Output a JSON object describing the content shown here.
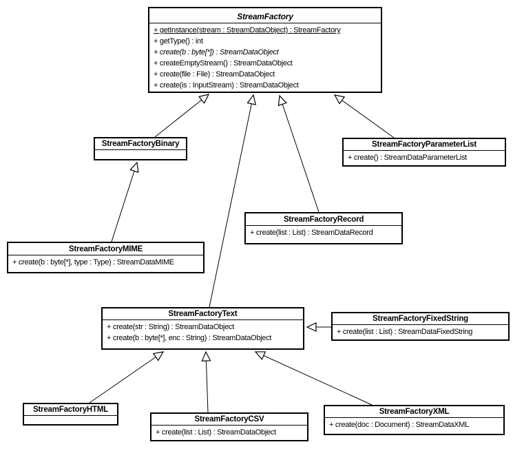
{
  "diagram": {
    "kind": "UML class diagram",
    "colors": {
      "line": "#000000",
      "fill": "#ffffff",
      "text": "#000000"
    }
  },
  "classes": [
    {
      "name": "StreamFactory",
      "abstract": true,
      "methods": [
        {
          "signature": "+ getInstance(stream : StreamDataObject) : StreamFactory",
          "modifier": "static"
        },
        {
          "signature": "+ getType() : int",
          "modifier": "none"
        },
        {
          "signature": "+ create(b : byte[*]) : StreamDataObject",
          "modifier": "abstract"
        },
        {
          "signature": "+ createEmptyStream() : StreamDataObject",
          "modifier": "none"
        },
        {
          "signature": "+ create(file : File) : StreamDataObject",
          "modifier": "none"
        },
        {
          "signature": "+ create(is : InputStream) : StreamDataObject",
          "modifier": "none"
        }
      ]
    },
    {
      "name": "StreamFactoryBinary",
      "abstract": false,
      "methods": []
    },
    {
      "name": "StreamFactoryParameterList",
      "abstract": false,
      "methods": [
        {
          "signature": "+ create() : StreamDataParameterList",
          "modifier": "none"
        }
      ]
    },
    {
      "name": "StreamFactoryRecord",
      "abstract": false,
      "methods": [
        {
          "signature": "+ create(list : List) : StreamDataRecord",
          "modifier": "none"
        }
      ]
    },
    {
      "name": "StreamFactoryMIME",
      "abstract": false,
      "methods": [
        {
          "signature": "+ create(b : byte[*], type : Type) : StreamDataMIME",
          "modifier": "none"
        }
      ]
    },
    {
      "name": "StreamFactoryText",
      "abstract": false,
      "methods": [
        {
          "signature": "+ create(str : String) : StreamDataObject",
          "modifier": "none"
        },
        {
          "signature": "+ create(b : byte[*], enc : String) : StreamDataObject",
          "modifier": "none"
        }
      ]
    },
    {
      "name": "StreamFactoryFixedString",
      "abstract": false,
      "methods": [
        {
          "signature": "+ create(list : List) : StreamDataFixedString",
          "modifier": "none"
        }
      ]
    },
    {
      "name": "StreamFactoryHTML",
      "abstract": false,
      "methods": []
    },
    {
      "name": "StreamFactoryCSV",
      "abstract": false,
      "methods": [
        {
          "signature": "+ create(list : List) : StreamDataObject",
          "modifier": "none"
        }
      ]
    },
    {
      "name": "StreamFactoryXML",
      "abstract": false,
      "methods": [
        {
          "signature": "+ create(doc : Document) : StreamDataXML",
          "modifier": "none"
        }
      ]
    }
  ],
  "relationships": [
    {
      "from": "StreamFactoryBinary",
      "to": "StreamFactory",
      "type": "generalization"
    },
    {
      "from": "StreamFactoryText",
      "to": "StreamFactory",
      "type": "generalization"
    },
    {
      "from": "StreamFactoryRecord",
      "to": "StreamFactory",
      "type": "generalization"
    },
    {
      "from": "StreamFactoryParameterList",
      "to": "StreamFactory",
      "type": "generalization"
    },
    {
      "from": "StreamFactoryMIME",
      "to": "StreamFactoryBinary",
      "type": "generalization"
    },
    {
      "from": "StreamFactoryHTML",
      "to": "StreamFactoryText",
      "type": "generalization"
    },
    {
      "from": "StreamFactoryCSV",
      "to": "StreamFactoryText",
      "type": "generalization"
    },
    {
      "from": "StreamFactoryXML",
      "to": "StreamFactoryText",
      "type": "generalization"
    },
    {
      "from": "StreamFactoryFixedString",
      "to": "StreamFactoryText",
      "type": "generalization"
    }
  ]
}
